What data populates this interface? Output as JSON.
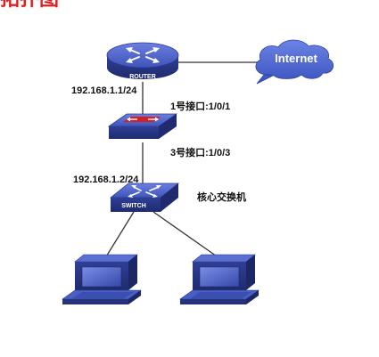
{
  "heading": "拓扑图",
  "devices": {
    "router": {
      "label": "ROUTER"
    },
    "internet": {
      "label": "Internet"
    },
    "core_switch": {
      "label": "SWITCH",
      "caption": "核心交换机"
    }
  },
  "labels": {
    "router_ip": "192.168.1.1/24",
    "port_1": "1号接口:1/0/1",
    "port_3": "3号接口:1/0/3",
    "switch_ip": "192.168.1.2/24"
  },
  "colors": {
    "device_body": "#3b4fb0",
    "device_dark": "#26337a",
    "device_light": "#5a6fd0",
    "cloud": "#4a63c9",
    "link": "#333333",
    "firewall_red": "#d42020",
    "heading": "#e02020"
  }
}
